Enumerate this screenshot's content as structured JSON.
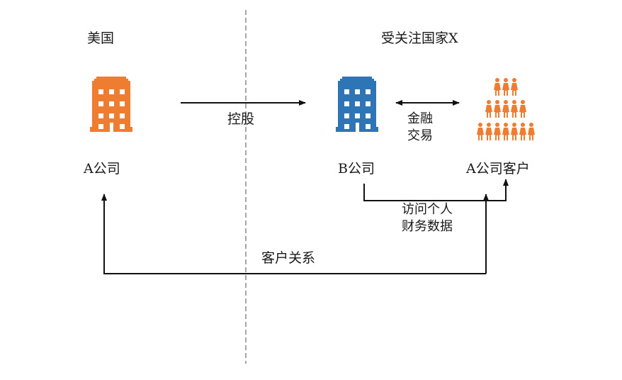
{
  "regions": {
    "left": "美国",
    "right": "受关注国家X"
  },
  "entities": {
    "company_a": "A公司",
    "company_b": "B公司",
    "customers": "A公司客户"
  },
  "relations": {
    "holding": "控股",
    "financial_tx_line1": "金融",
    "financial_tx_line2": "交易",
    "access_line1": "访问个人",
    "access_line2": "财务数据",
    "customer_relation": "客户关系"
  },
  "colors": {
    "orange": "#EE7D31",
    "blue": "#2E75B6",
    "line": "#111111",
    "divider": "#A6A6A6"
  },
  "icons": {
    "company_a": "building-icon",
    "company_b": "building-icon",
    "customers": "people-crowd-icon"
  }
}
